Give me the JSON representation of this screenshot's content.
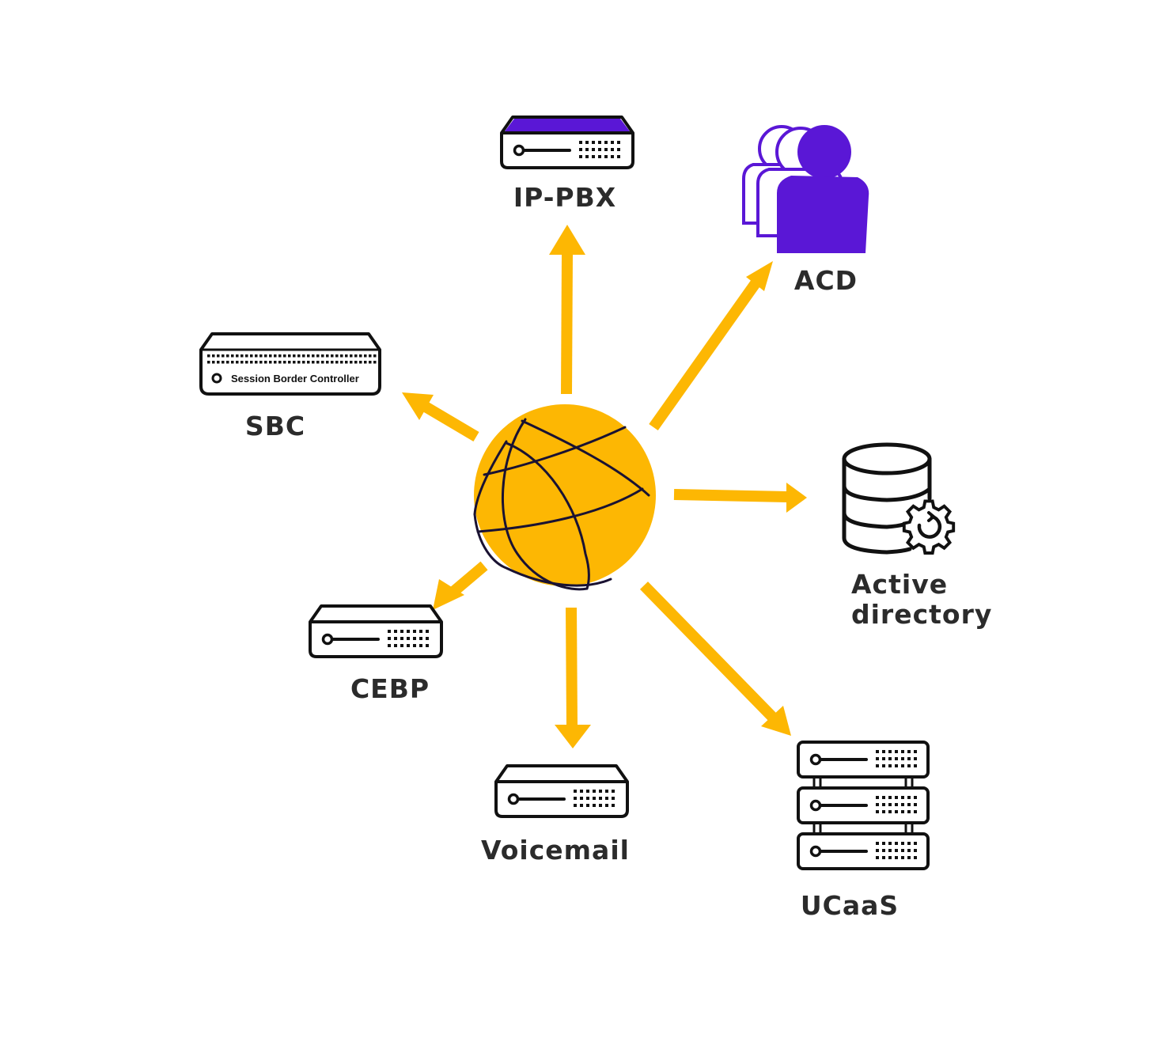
{
  "colors": {
    "accent": "#FDB703",
    "purple": "#5A17D6",
    "stroke": "#111111",
    "label": "#2b2b2b",
    "background": "#ffffff"
  },
  "hub": {
    "icon": "globe-icon"
  },
  "nodes": {
    "ip_pbx": {
      "label": "IP-PBX",
      "icon": "server-appliance-icon"
    },
    "acd": {
      "label": "ACD",
      "icon": "user-group-icon"
    },
    "sbc": {
      "label": "SBC",
      "icon": "session-border-controller-icon",
      "device_text": "Session Border Controller"
    },
    "active_directory": {
      "label_line1": "Active",
      "label_line2": "directory",
      "icon": "database-gear-icon"
    },
    "cebp": {
      "label": "CEBP",
      "icon": "server-appliance-icon"
    },
    "voicemail": {
      "label": "Voicemail",
      "icon": "server-appliance-icon"
    },
    "ucaas": {
      "label": "UCaaS",
      "icon": "server-rack-icon"
    }
  },
  "arrows": [
    {
      "from": "hub",
      "to": "ip_pbx"
    },
    {
      "from": "hub",
      "to": "acd"
    },
    {
      "from": "hub",
      "to": "sbc"
    },
    {
      "from": "hub",
      "to": "active_directory"
    },
    {
      "from": "hub",
      "to": "cebp"
    },
    {
      "from": "hub",
      "to": "voicemail"
    },
    {
      "from": "hub",
      "to": "ucaas"
    }
  ]
}
